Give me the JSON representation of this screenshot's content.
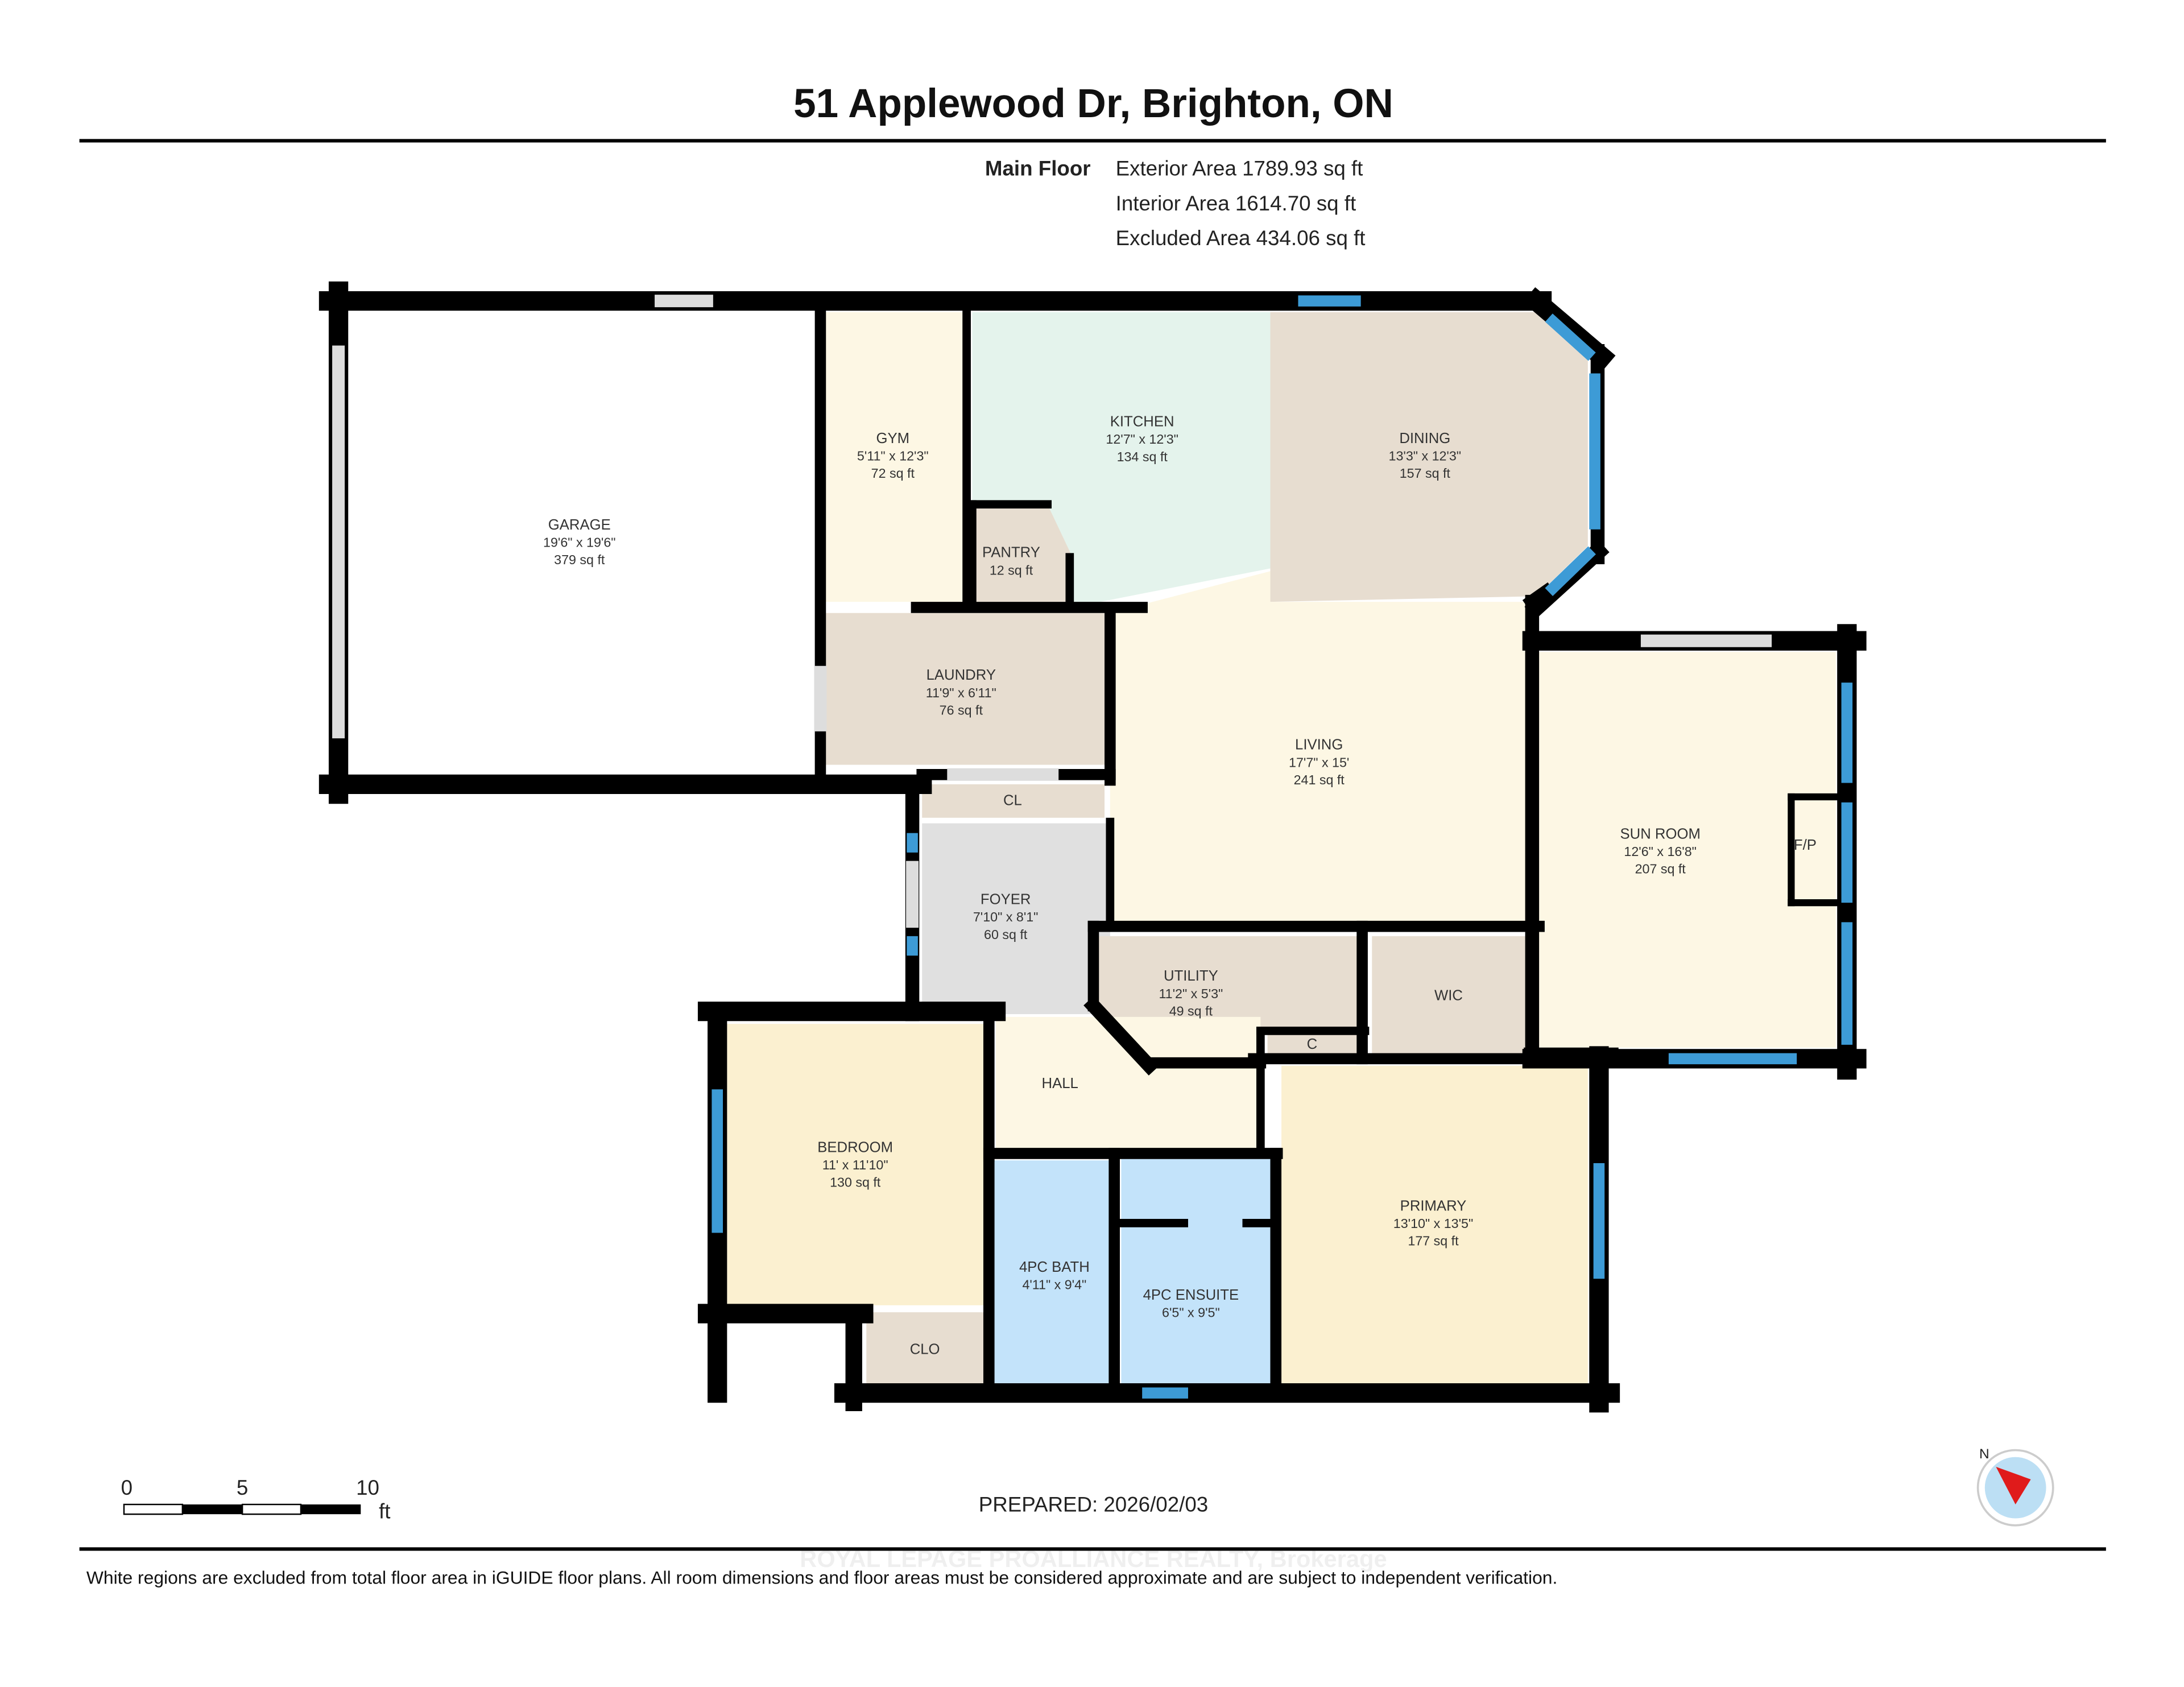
{
  "header": {
    "title": "51 Applewood Dr, Brighton, ON",
    "floor_label": "Main Floor",
    "exterior_area": "Exterior Area 1789.93 sq ft",
    "interior_area": "Interior Area 1614.70 sq ft",
    "excluded_area": "Excluded Area 434.06 sq ft"
  },
  "rooms": [
    {
      "name": "GARAGE",
      "dims": "19'6\" x 19'6\"",
      "area": "379 sq ft",
      "fill": "#ffffff"
    },
    {
      "name": "GYM",
      "dims": "5'11\" x 12'3\"",
      "area": "72 sq ft",
      "fill": "#fdf7e4"
    },
    {
      "name": "KITCHEN",
      "dims": "12'7\" x 12'3\"",
      "area": "134 sq ft",
      "fill": "#e4f3ec"
    },
    {
      "name": "DINING",
      "dims": "13'3\" x 12'3\"",
      "area": "157 sq ft",
      "fill": "#e7ddd0"
    },
    {
      "name": "PANTRY",
      "dims": "",
      "area": "12 sq ft",
      "fill": "#e7ddd0"
    },
    {
      "name": "LAUNDRY",
      "dims": "11'9\" x 6'11\"",
      "area": "76 sq ft",
      "fill": "#e7ddd0"
    },
    {
      "name": "LIVING",
      "dims": "17'7\" x 15'",
      "area": "241 sq ft",
      "fill": "#fdf7e4"
    },
    {
      "name": "SUN ROOM",
      "dims": "12'6\" x 16'8\"",
      "area": "207 sq ft",
      "fill": "#fdf7e4"
    },
    {
      "name": "CL",
      "dims": "",
      "area": "",
      "fill": "#e7ddd0"
    },
    {
      "name": "FOYER",
      "dims": "7'10\" x 8'1\"",
      "area": "60 sq ft",
      "fill": "#e0e0e0"
    },
    {
      "name": "UTILITY",
      "dims": "11'2\" x 5'3\"",
      "area": "49 sq ft",
      "fill": "#e7ddd0"
    },
    {
      "name": "WIC",
      "dims": "",
      "area": "",
      "fill": "#e7ddd0"
    },
    {
      "name": "C",
      "dims": "",
      "area": "",
      "fill": "#e7ddd0"
    },
    {
      "name": "HALL",
      "dims": "",
      "area": "",
      "fill": "#fdf7e4"
    },
    {
      "name": "BEDROOM",
      "dims": "11' x 11'10\"",
      "area": "130 sq ft",
      "fill": "#fbf0d0"
    },
    {
      "name": "CLO",
      "dims": "",
      "area": "",
      "fill": "#e7ddd0"
    },
    {
      "name": "4PC BATH",
      "dims": "4'11\" x 9'4\"",
      "area": "",
      "fill": "#c3e3fa"
    },
    {
      "name": "4PC ENSUITE",
      "dims": "6'5\" x 9'5\"",
      "area": "",
      "fill": "#c3e3fa"
    },
    {
      "name": "PRIMARY",
      "dims": "13'10\" x 13'5\"",
      "area": "177 sq ft",
      "fill": "#fbf0d0"
    },
    {
      "name": "F/P",
      "dims": "",
      "area": "",
      "fill": "#fdf7e4"
    }
  ],
  "colors": {
    "wall": "#000000",
    "window": "#3d9bd6",
    "door_opening": "#dddddd"
  },
  "scale_bar": {
    "labels": [
      "0",
      "5",
      "10"
    ],
    "unit": "ft"
  },
  "prepared": "PREPARED: 2026/02/03",
  "compass": {
    "label": "N",
    "icon": "compass-icon"
  },
  "watermark": "ROYAL LEPAGE PROALLIANCE REALTY, Brokerage",
  "footer": {
    "disclaimer": "White regions are excluded from total floor area in iGUIDE floor plans. All room dimensions and floor areas must be considered approximate and are subject to independent verification."
  }
}
